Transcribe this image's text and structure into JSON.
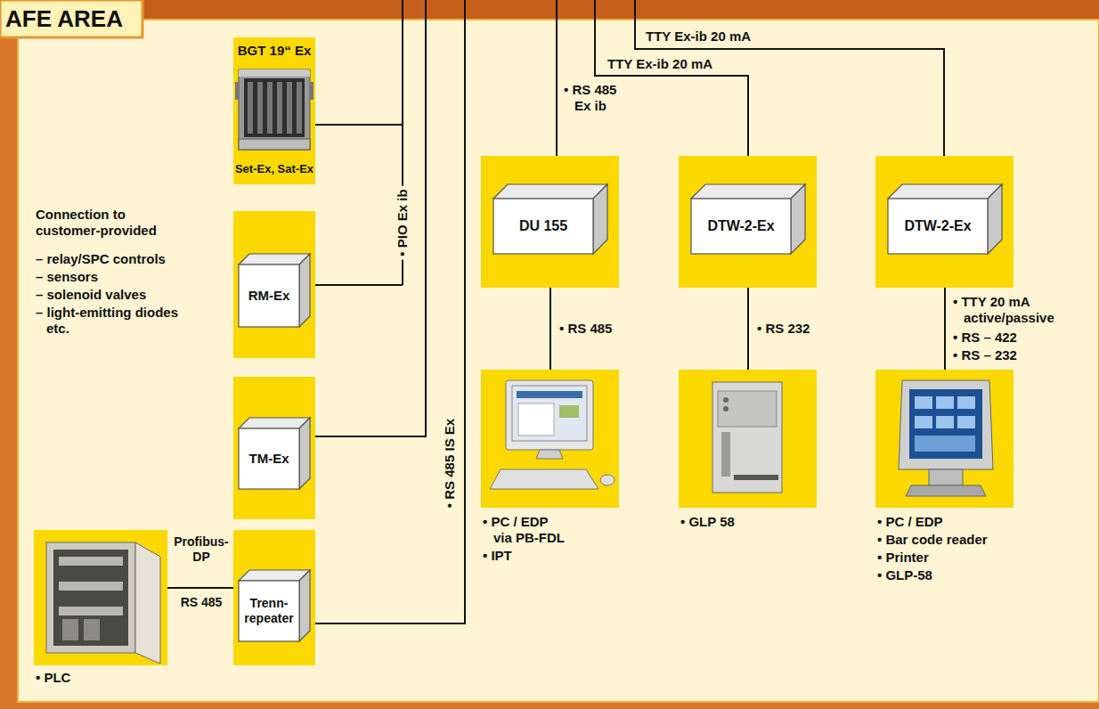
{
  "diagram": {
    "title": "AFE AREA",
    "nodes": [
      {
        "text": [
          "BGT 19“ Ex",
          "Set-Ex, Sat-Ex"
        ]
      },
      {
        "text": [
          "RM-Ex"
        ]
      },
      {
        "text": [
          "TM-Ex"
        ]
      },
      {
        "text": [
          "Trenn- repeater"
        ]
      },
      {
        "text": [
          "• PLC"
        ]
      },
      {
        "text": [
          "DU 155"
        ]
      },
      {
        "text": [
          "DTW-2-Ex"
        ]
      },
      {
        "text": [
          "DTW-2-Ex"
        ]
      },
      {
        "text": [
          "• PC / EDP via PB-FDL",
          "• IPT"
        ]
      },
      {
        "text": [
          "• GLP 58"
        ]
      },
      {
        "text": [
          "• PC / EDP",
          "• Bar code reader",
          "• Printer",
          "• GLP-58"
        ]
      }
    ],
    "edges": [
      {
        "from": 4,
        "to": 3,
        "arrow": "none",
        "label": "Profibus- DP"
      },
      {
        "from": 5,
        "to": 8,
        "arrow": "none",
        "label": "• RS 485"
      },
      {
        "from": 6,
        "to": 9,
        "arrow": "none",
        "label": "• RS 232"
      },
      {
        "from": 7,
        "to": 10,
        "arrow": "none",
        "label": "• TTY 20 mA active/passive"
      }
    ],
    "labels": [
      "• RS 485 Ex ib",
      "TTY Ex-ib 20 mA",
      "TTY Ex-ib 20 mA",
      "• PIO Ex ib",
      "• RS 485 IS Ex",
      "Connection to customer-provided",
      "– relay/SPC controls",
      "– sensors",
      "– solenoid valves",
      "– light-emitting diodes etc.",
      "RS 485",
      "• RS – 422",
      "• RS – 232"
    ]
  }
}
